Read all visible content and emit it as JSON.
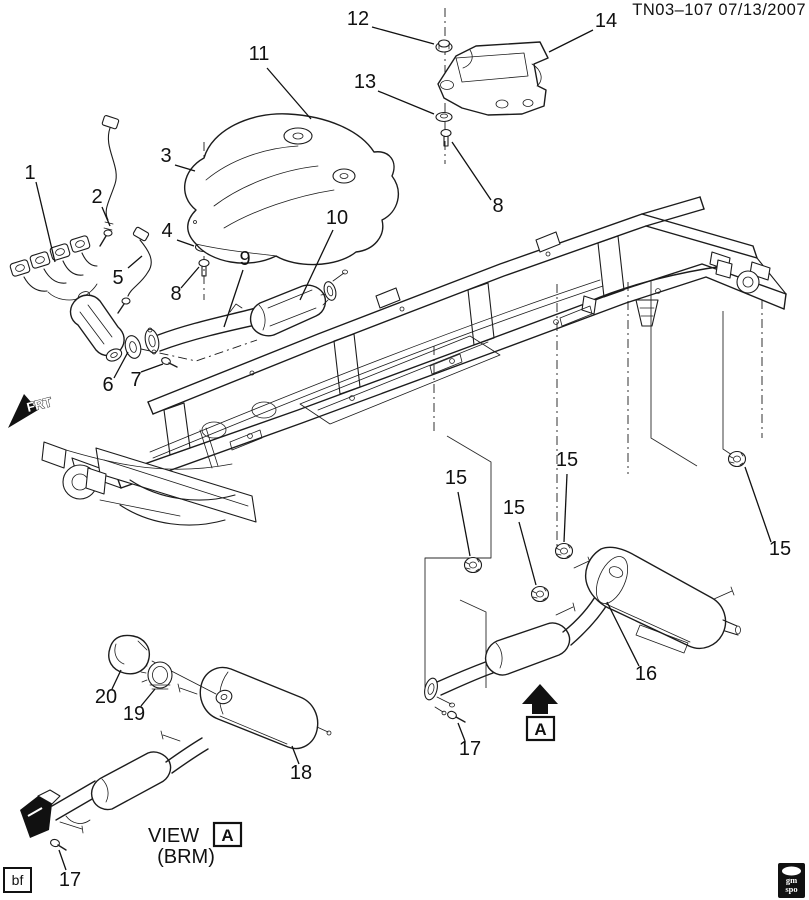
{
  "title": "TN03–107 07/13/2007",
  "annotations": {
    "view_label": "VIEW",
    "view_ref": "A",
    "view_variant": "(BRM)",
    "front_indicator": "FRT",
    "section_marker": "A",
    "footer_code": "bf",
    "logo_line1": "gm",
    "logo_line2": "spo"
  },
  "callouts": [
    {
      "part": "1"
    },
    {
      "part": "2"
    },
    {
      "part": "3"
    },
    {
      "part": "4"
    },
    {
      "part": "5"
    },
    {
      "part": "8"
    },
    {
      "part": "6"
    },
    {
      "part": "7"
    },
    {
      "part": "9"
    },
    {
      "part": "10"
    },
    {
      "part": "11"
    },
    {
      "part": "12"
    },
    {
      "part": "13"
    },
    {
      "part": "8"
    },
    {
      "part": "14"
    },
    {
      "part": "15"
    },
    {
      "part": "15"
    },
    {
      "part": "15"
    },
    {
      "part": "15"
    },
    {
      "part": "16"
    },
    {
      "part": "17"
    },
    {
      "part": "18"
    },
    {
      "part": "19"
    },
    {
      "part": "20"
    },
    {
      "part": "17"
    }
  ]
}
